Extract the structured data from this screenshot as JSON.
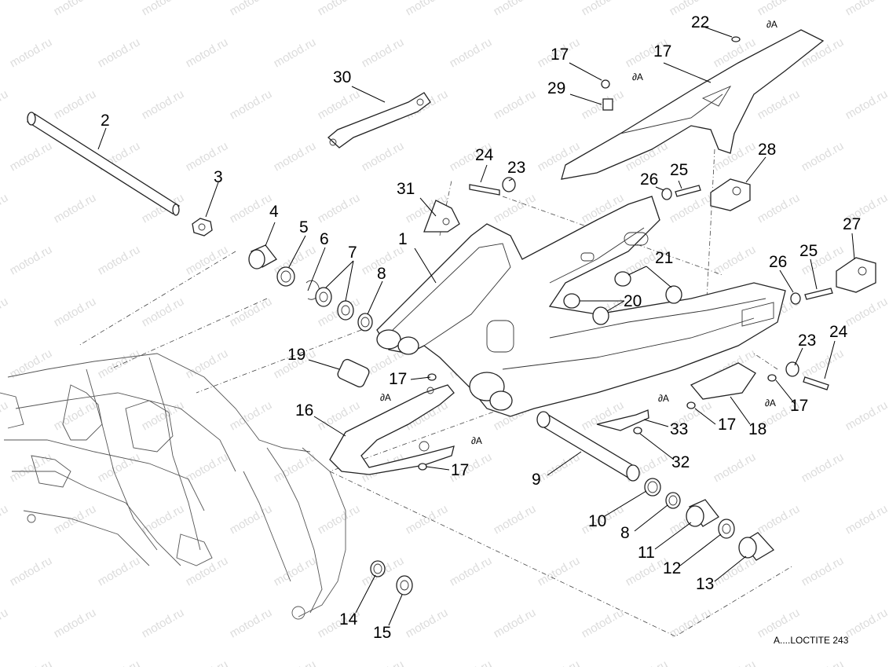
{
  "watermark": "motod.ru",
  "legend": {
    "text": "A....LOCTITE 243"
  },
  "loctite_marker": "A",
  "callouts": [
    "2",
    "3",
    "4",
    "5",
    "6",
    "7",
    "8",
    "30",
    "1",
    "31",
    "24",
    "23",
    "17",
    "29",
    "17",
    "22",
    "28",
    "26",
    "25",
    "21",
    "20",
    "27",
    "26",
    "25",
    "19",
    "17",
    "16",
    "17",
    "33",
    "32",
    "17",
    "18",
    "23",
    "24",
    "17",
    "9",
    "10",
    "8",
    "11",
    "12",
    "13",
    "14",
    "15"
  ],
  "colors": {
    "ink": "#000000",
    "watermark": "#dcdcdc",
    "background": "#ffffff"
  }
}
